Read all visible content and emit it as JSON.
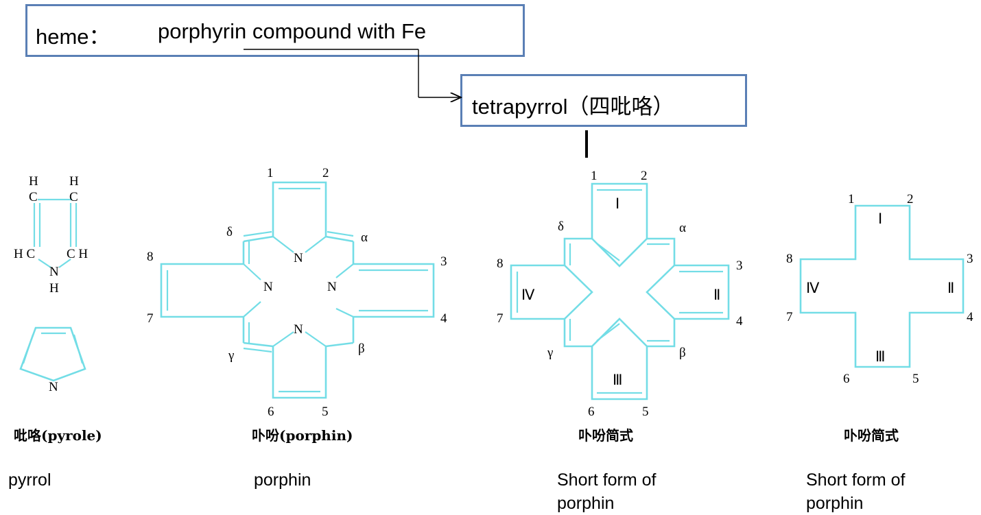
{
  "heme_box": {
    "term": "heme：",
    "definition": "porphyrin compound with Fe"
  },
  "tetrapyrrol_box": {
    "label": "tetrapyrrol（四吡咯）"
  },
  "pyrrole": {
    "atoms": {
      "h1": "H",
      "h2": "H",
      "c1": "C",
      "c2": "C",
      "hc_left": "H C",
      "ch_right": "C H",
      "n": "N",
      "h_bottom": "H",
      "n_ring": "N"
    },
    "caption_cn": "吡咯(pyrole)",
    "caption_en": "pyrrol"
  },
  "porphin": {
    "positions": [
      "1",
      "2",
      "3",
      "4",
      "5",
      "6",
      "7",
      "8"
    ],
    "bridges": {
      "alpha": "α",
      "beta": "β",
      "gamma": "γ",
      "delta": "δ"
    },
    "nitrogen": "N",
    "caption_cn": "卟吩(porphin)",
    "caption_en": "porphin"
  },
  "short_form_1": {
    "positions": [
      "1",
      "2",
      "3",
      "4",
      "5",
      "6",
      "7",
      "8"
    ],
    "bridges": {
      "alpha": "α",
      "beta": "β",
      "gamma": "γ",
      "delta": "δ"
    },
    "rings": [
      "Ⅰ",
      "Ⅱ",
      "Ⅲ",
      "Ⅳ"
    ],
    "caption_cn": "卟吩简式",
    "caption_en_line1": "Short form of",
    "caption_en_line2": "porphin"
  },
  "short_form_2": {
    "positions": [
      "1",
      "2",
      "3",
      "4",
      "5",
      "6",
      "7",
      "8"
    ],
    "rings": [
      "Ⅰ",
      "Ⅱ",
      "Ⅲ",
      "Ⅳ"
    ],
    "caption_cn": "卟吩简式",
    "caption_en_line1": "Short form of",
    "caption_en_line2": "porphin"
  },
  "colors": {
    "box_border": "#5a7fb5",
    "molecule": "#73dde6",
    "connector": "#000000"
  }
}
